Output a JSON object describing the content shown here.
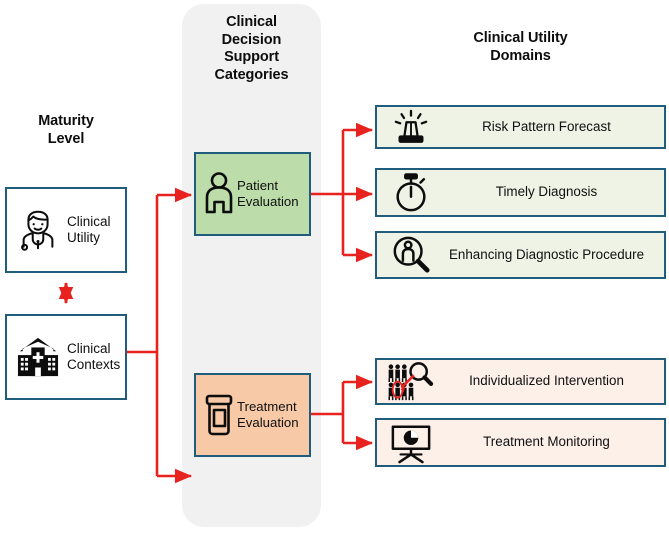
{
  "headings": {
    "maturity": "Maturity\nLevel",
    "maturity_line1": "Maturity",
    "maturity_line2": "Level",
    "cds_line1": "Clinical",
    "cds_line2": "Decision",
    "cds_line3": "Support",
    "cds_line4": "Categories",
    "domains_line1": "Clinical Utility",
    "domains_line2": "Domains"
  },
  "maturity_nodes": [
    {
      "label_line1": "Clinical",
      "label_line2": "Utility",
      "icon": "doctor-icon"
    },
    {
      "label_line1": "Clinical",
      "label_line2": "Contexts",
      "icon": "hospital-icon"
    }
  ],
  "categories": [
    {
      "label_line1": "Patient",
      "label_line2": "Evaluation",
      "icon": "person-icon",
      "fill": "#bcdcaa"
    },
    {
      "label_line1": "Treatment",
      "label_line2": "Evaluation",
      "icon": "pill-bottle-icon",
      "fill": "#f7c9a6"
    }
  ],
  "domains_patient": [
    {
      "label": "Risk Pattern Forecast",
      "icon": "alarm-beacon-icon"
    },
    {
      "label": "Timely Diagnosis",
      "icon": "stopwatch-icon"
    },
    {
      "label": "Enhancing Diagnostic Procedure",
      "icon": "magnifier-person-icon"
    }
  ],
  "domains_treatment": [
    {
      "label": "Individualized Intervention",
      "icon": "crowd-magnifier-icon"
    },
    {
      "label": "Treatment Monitoring",
      "icon": "presentation-piechart-icon"
    }
  ],
  "colors": {
    "border": "#205d7c",
    "arrow": "#e8231f",
    "panel": "#f1f1f1",
    "green_fill": "#bcdcaa",
    "peach_fill": "#f7c9a6",
    "light_green_fill": "#eef3e5",
    "light_peach_fill": "#fdf0e9",
    "text": "#101010"
  }
}
